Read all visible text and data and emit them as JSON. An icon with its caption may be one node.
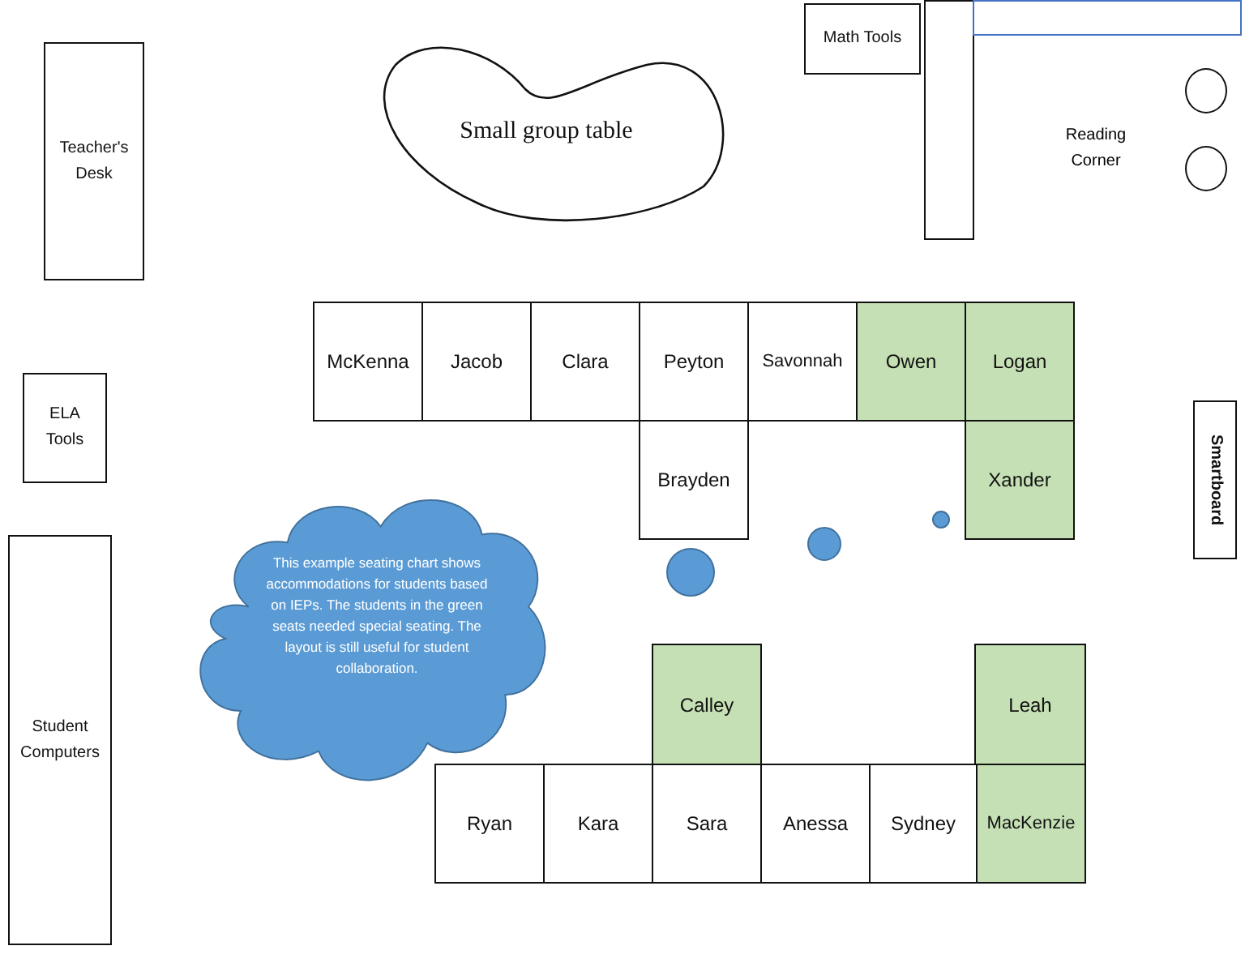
{
  "diagram": {
    "nodes": [
      {
        "text": [
          "Teacher's Desk"
        ]
      },
      {
        "text": [
          "Small group table"
        ]
      },
      {
        "text": [
          "Math Tools"
        ]
      },
      {
        "text": [],
        "shape": "box"
      },
      {
        "text": [],
        "shape": "box"
      },
      {
        "text": [],
        "shape": "circle"
      },
      {
        "text": [],
        "shape": "circle"
      },
      {
        "text": [
          "ELA Tools"
        ]
      },
      {
        "text": [
          "Student Computers"
        ]
      },
      {
        "text": [
          "McKenna"
        ]
      },
      {
        "text": [
          "Jacob"
        ]
      },
      {
        "text": [
          "Clara"
        ]
      },
      {
        "text": [
          "Peyton"
        ]
      },
      {
        "text": [
          "Savonnah"
        ]
      },
      {
        "text": [
          "Owen"
        ]
      },
      {
        "text": [
          "Logan"
        ]
      },
      {
        "text": [
          "Brayden"
        ]
      },
      {
        "text": [
          "Xander"
        ]
      },
      {
        "text": [
          "This example seating chart shows accommodations for students based on IEPs. The students in the green seats needed special seating. The layout is still useful for student collaboration."
        ]
      },
      {
        "text": [
          "Smartboard"
        ]
      },
      {
        "text": [],
        "shape": "circle"
      },
      {
        "text": [],
        "shape": "circle"
      },
      {
        "text": [],
        "shape": "circle"
      },
      {
        "text": [
          "Calley"
        ]
      },
      {
        "text": [
          "Leah"
        ]
      },
      {
        "text": [
          "Ryan"
        ]
      },
      {
        "text": [
          "Kara"
        ]
      },
      {
        "text": [
          "Sara"
        ]
      },
      {
        "text": [
          "Anessa"
        ]
      },
      {
        "text": [
          "Sydney"
        ]
      },
      {
        "text": [
          "MacKenzie"
        ]
      }
    ],
    "edges": [],
    "labels": [
      "Reading Corner"
    ]
  }
}
